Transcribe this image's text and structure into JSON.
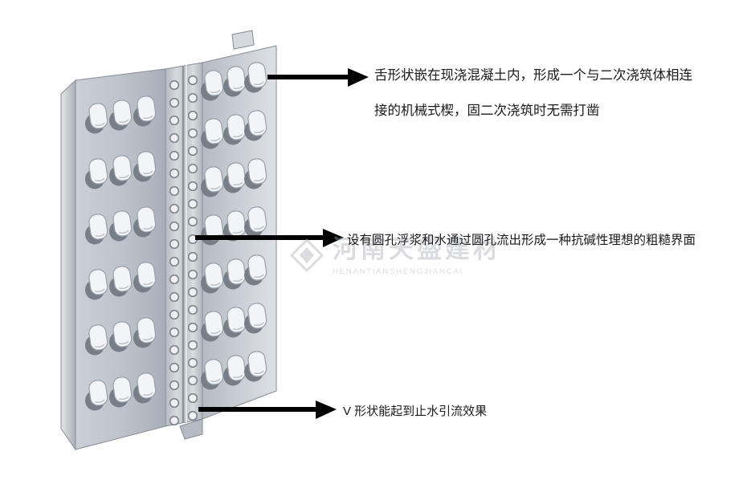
{
  "annotations": {
    "top": {
      "lines": [
        "舌形状嵌在现浇混凝土内，形成一个与二次浇筑体相连",
        "接的机械式楔，固二次浇筑时无需打凿"
      ]
    },
    "middle": {
      "text": "设有圆孔浮浆和水通过圆孔流出形成一种抗碱性理想的粗糙界面"
    },
    "bottom": {
      "text": "V 形状能起到止水引流效果"
    }
  },
  "watermark": {
    "title": "河南天盛建材",
    "subtitle": "HENANTIANSHENGJIANCAI"
  },
  "colors": {
    "arrow": "#000000",
    "text": "#1a1a1a",
    "watermark": "#a8aeb6"
  }
}
